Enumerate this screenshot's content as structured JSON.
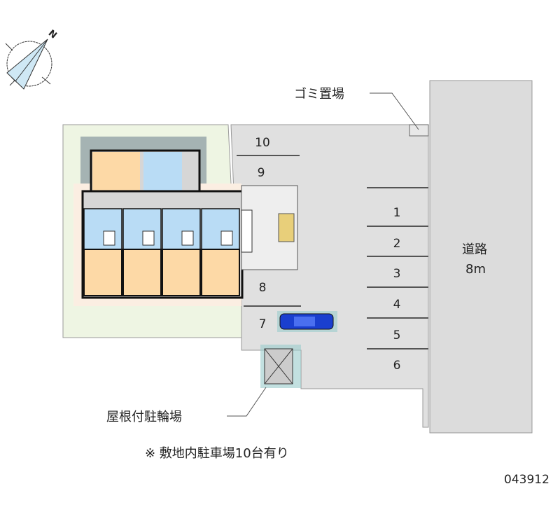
{
  "compass": {
    "north_label": "N"
  },
  "labels": {
    "garbage": "ゴミ置場",
    "road": "道路",
    "road_width": "8m",
    "bicycle": "屋根付駐輪場",
    "note": "※ 敷地内駐車場10台有り",
    "code": "043912"
  },
  "parking": {
    "right": [
      "1",
      "2",
      "3",
      "4",
      "5",
      "6"
    ],
    "left": [
      "7",
      "8",
      "9",
      "10"
    ]
  },
  "colors": {
    "lot": "#e0e0e0",
    "garden": "#eef5e3",
    "room": "#fdd9a6",
    "wet": "#b9dcf5",
    "car": "#1a3fcf"
  }
}
